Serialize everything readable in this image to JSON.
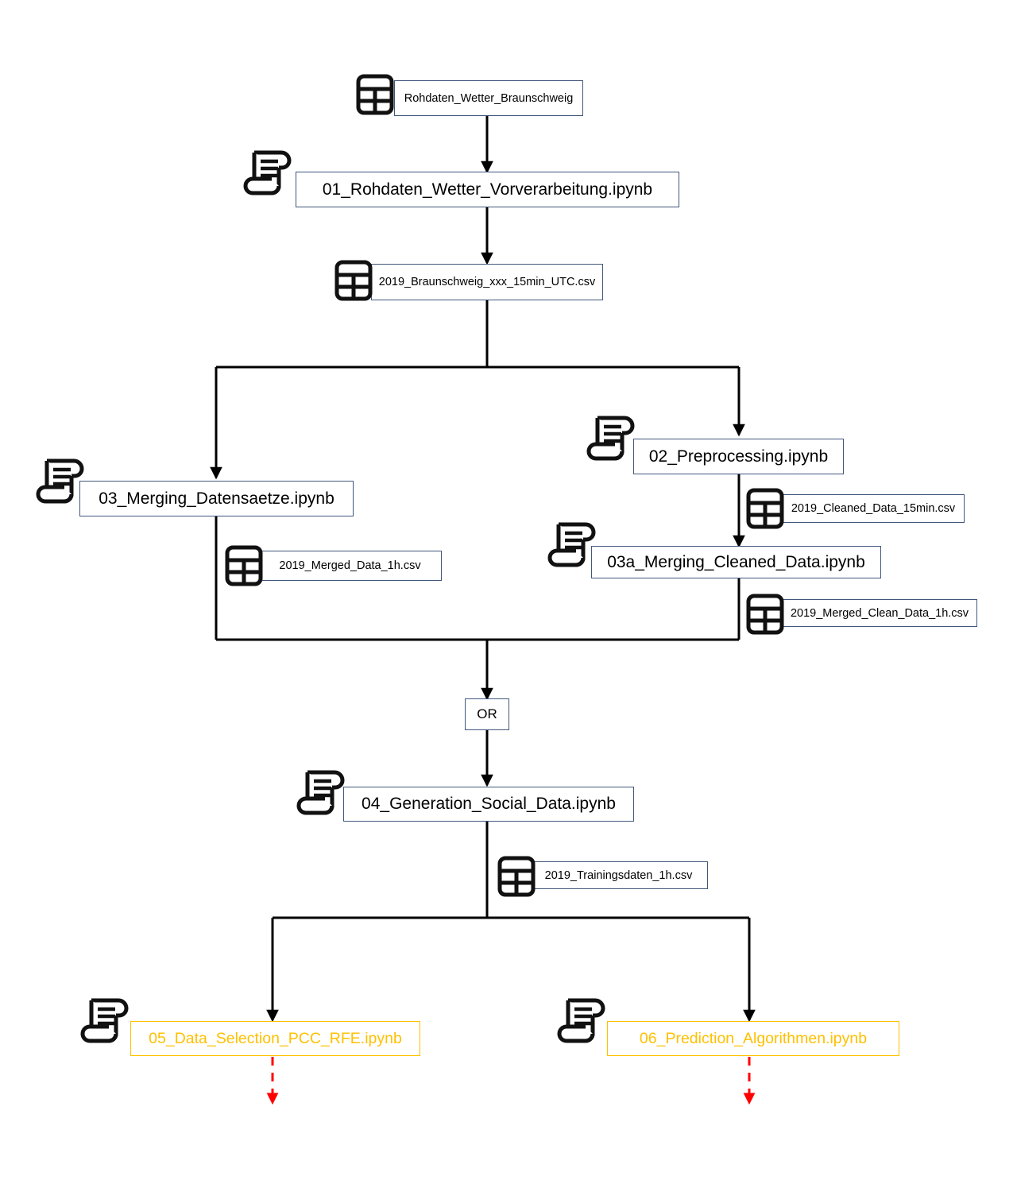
{
  "diagram": {
    "title": "Data pipeline notebook flow",
    "colors": {
      "box_border": "#41577c",
      "highlight_border": "#ffc000",
      "highlight_text": "#ffc000",
      "edge": "#000000",
      "dashed_edge": "#ff0000",
      "background": "#ffffff"
    },
    "nodes": [
      {
        "id": "n_rohdaten_src",
        "label": "Rohdaten_Wetter_Braunschweig",
        "kind": "file",
        "icon": "table-icon"
      },
      {
        "id": "n_01",
        "label": "01_Rohdaten_Wetter_Vorverarbeitung.ipynb",
        "kind": "notebook",
        "icon": "scroll-icon"
      },
      {
        "id": "n_bs_csv",
        "label": "2019_Braunschweig_xxx_15min_UTC.csv",
        "kind": "file",
        "icon": "table-icon"
      },
      {
        "id": "n_02",
        "label": "02_Preprocessing.ipynb",
        "kind": "notebook",
        "icon": "scroll-icon"
      },
      {
        "id": "n_03",
        "label": "03_Merging_Datensaetze.ipynb",
        "kind": "notebook",
        "icon": "scroll-icon"
      },
      {
        "id": "n_cleaned_csv",
        "label": "2019_Cleaned_Data_15min.csv",
        "kind": "file",
        "icon": "table-icon"
      },
      {
        "id": "n_merged_csv",
        "label": "2019_Merged_Data_1h.csv",
        "kind": "file",
        "icon": "table-icon"
      },
      {
        "id": "n_03a",
        "label": "03a_Merging_Cleaned_Data.ipynb",
        "kind": "notebook",
        "icon": "scroll-icon"
      },
      {
        "id": "n_merged_clean_csv",
        "label": "2019_Merged_Clean_Data_1h.csv",
        "kind": "file",
        "icon": "table-icon"
      },
      {
        "id": "n_or",
        "label": "OR",
        "kind": "gate",
        "icon": null
      },
      {
        "id": "n_04",
        "label": "04_Generation_Social_Data.ipynb",
        "kind": "notebook",
        "icon": "scroll-icon"
      },
      {
        "id": "n_training_csv",
        "label": "2019_Trainingsdaten_1h.csv",
        "kind": "file",
        "icon": "table-icon"
      },
      {
        "id": "n_05",
        "label": "05_Data_Selection_PCC_RFE.ipynb",
        "kind": "notebook",
        "icon": "scroll-icon",
        "highlight": true
      },
      {
        "id": "n_06",
        "label": "06_Prediction_Algorithmen.ipynb",
        "kind": "notebook",
        "icon": "scroll-icon",
        "highlight": true
      }
    ],
    "edges": [
      {
        "from": "n_rohdaten_src",
        "to": "n_01",
        "style": "solid"
      },
      {
        "from": "n_01",
        "to": "n_bs_csv",
        "style": "solid"
      },
      {
        "from": "n_bs_csv",
        "to": "n_03",
        "style": "solid"
      },
      {
        "from": "n_bs_csv",
        "to": "n_02",
        "style": "solid"
      },
      {
        "from": "n_02",
        "to": "n_03a",
        "style": "solid"
      },
      {
        "from": "n_03",
        "to": "n_or",
        "style": "solid"
      },
      {
        "from": "n_03a",
        "to": "n_or",
        "style": "solid"
      },
      {
        "from": "n_or",
        "to": "n_04",
        "style": "solid"
      },
      {
        "from": "n_04",
        "to": "n_05",
        "style": "solid"
      },
      {
        "from": "n_04",
        "to": "n_06",
        "style": "solid"
      },
      {
        "from": "n_05",
        "to": "output",
        "style": "dashed-red"
      },
      {
        "from": "n_06",
        "to": "output",
        "style": "dashed-red"
      }
    ]
  }
}
